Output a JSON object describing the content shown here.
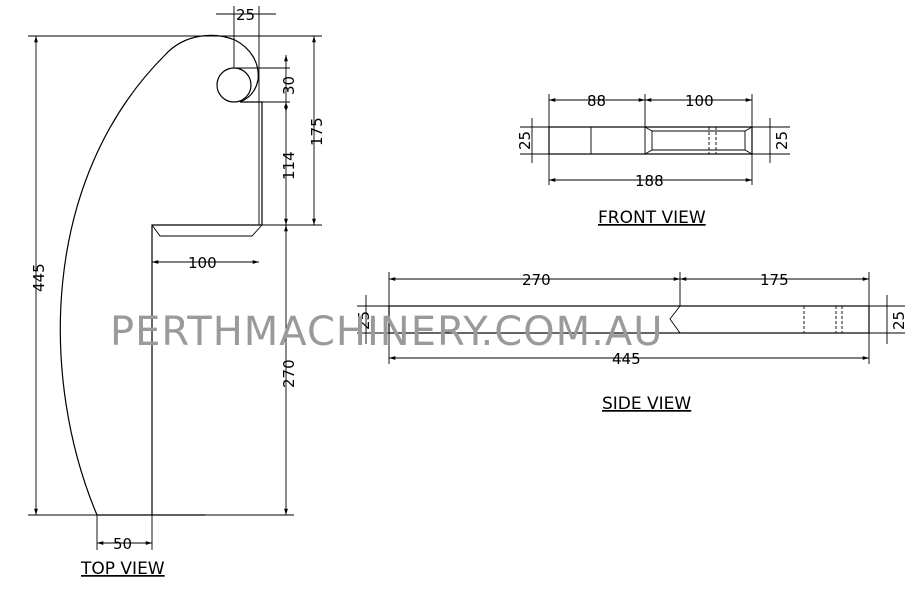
{
  "watermark": "PERTHMACHINERY.COM.AU",
  "top_view": {
    "title": "TOP VIEW",
    "dims": {
      "hook_width": "25",
      "eye": "30",
      "upper": "175",
      "neck": "114",
      "overall": "445",
      "shelf": "100",
      "tine": "270",
      "toe": "50"
    }
  },
  "front_view": {
    "title": "FRONT VIEW",
    "dims": {
      "left": "88",
      "right": "100",
      "total": "188",
      "thick_left": "25",
      "thick_right": "25"
    }
  },
  "side_view": {
    "title": "SIDE VIEW",
    "dims": {
      "left": "270",
      "right": "175",
      "total": "445",
      "thick_left": "25",
      "thick_right": "25"
    }
  }
}
